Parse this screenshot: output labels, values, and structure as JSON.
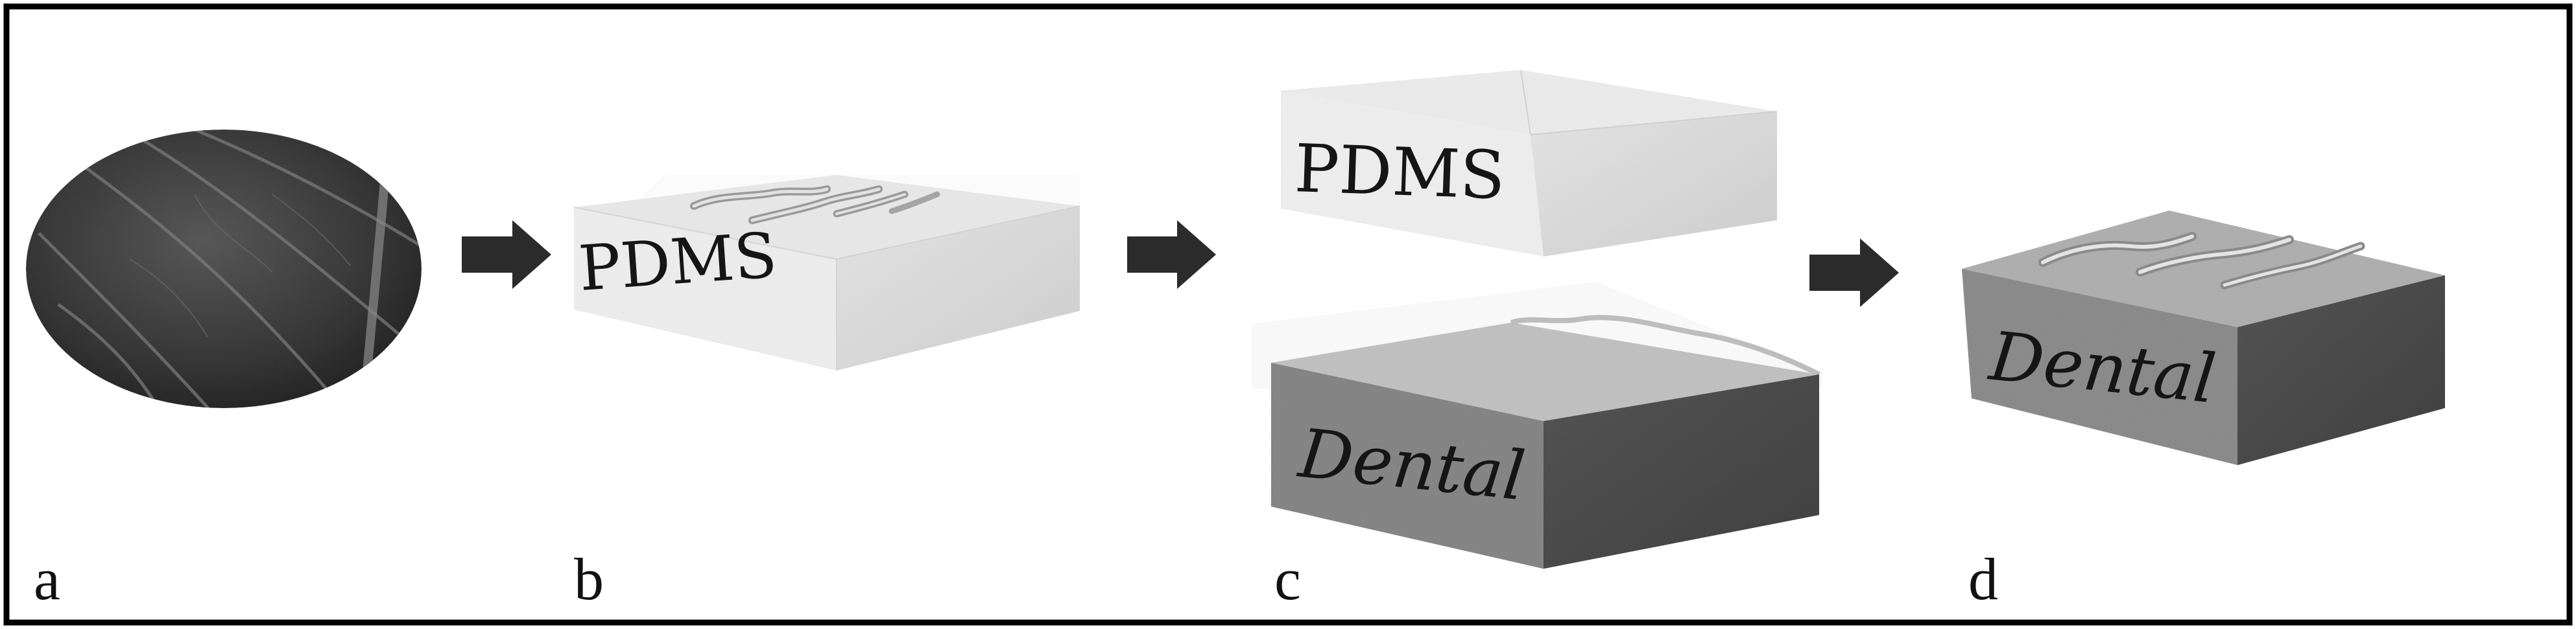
{
  "panels": [
    {
      "letter": "a"
    },
    {
      "letter": "b",
      "block_label": "PDMS"
    },
    {
      "letter": "c",
      "upper_block_label": "PDMS",
      "lower_block_label": "Dental"
    },
    {
      "letter": "d",
      "block_label": "Dental"
    }
  ],
  "colors": {
    "frame": "#000000",
    "arrow": "#2b2b2b",
    "pdms_block": "#eeeeee",
    "dental_block": "#8e8e8e",
    "leaf": "#3a3a3a"
  }
}
